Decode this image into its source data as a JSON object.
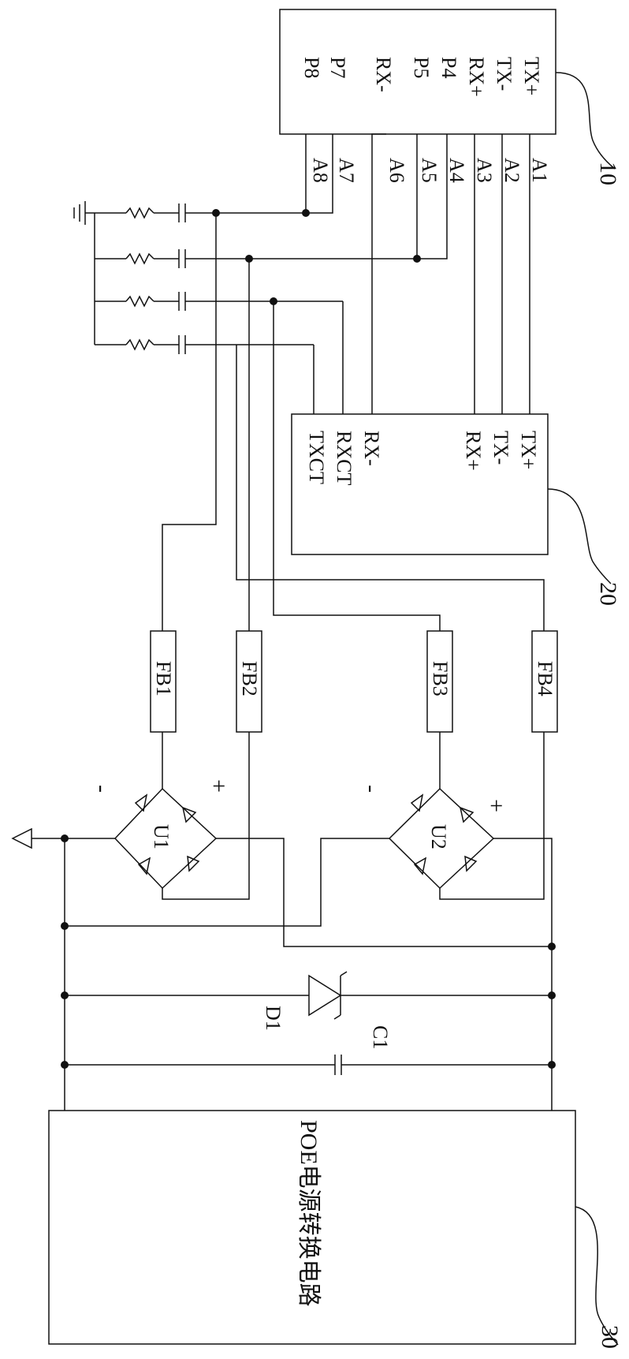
{
  "module10": {
    "ref": "10",
    "pins": [
      "TX+",
      "TX-",
      "RX+",
      "P4",
      "P5",
      "RX-",
      "P7",
      "P8"
    ]
  },
  "lines": [
    "A1",
    "A2",
    "A3",
    "A4",
    "A5",
    "A6",
    "A7",
    "A8"
  ],
  "module20": {
    "ref": "20",
    "pins": [
      "TX+",
      "TX-",
      "RX+",
      "RX-",
      "RXCT",
      "TXCT"
    ]
  },
  "beads": [
    "FB1",
    "FB2",
    "FB3",
    "FB4"
  ],
  "bridges": [
    {
      "name": "U1",
      "minus": "-",
      "plus": "+"
    },
    {
      "name": "U2",
      "minus": "-",
      "plus": "+"
    }
  ],
  "diode": "D1",
  "capacitor": "C1",
  "module30": {
    "ref": "30",
    "label": "POE电源转换电路"
  }
}
